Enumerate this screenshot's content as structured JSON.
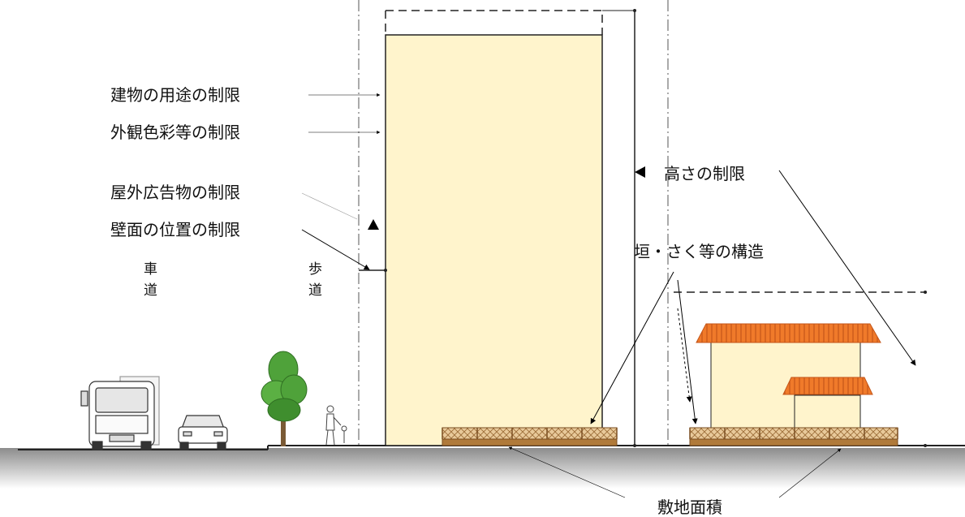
{
  "labels": {
    "use": "建物の用途の制限",
    "color": "外観色彩等の制限",
    "sign": "屋外広告物の制限",
    "wall": "壁面の位置の制限",
    "height": "高さの制限",
    "fence": "垣・さく等の構造",
    "area": "敷地面積"
  },
  "road": {
    "roadway": [
      "車",
      "道"
    ],
    "sidewalk": [
      "歩",
      "道"
    ]
  },
  "colors": {
    "building": "#FFF4CC",
    "roof": "#F07A2A",
    "roof_dark": "#C4561A",
    "fence_base": "#B07A3A",
    "fence_lattice": "#E8C99A",
    "ground": "#9A9A9A",
    "tree": "#4FA23A"
  },
  "icons": [
    "truck-icon",
    "car-icon",
    "tree-icon",
    "pedestrian-icon",
    "arrow-icon"
  ]
}
